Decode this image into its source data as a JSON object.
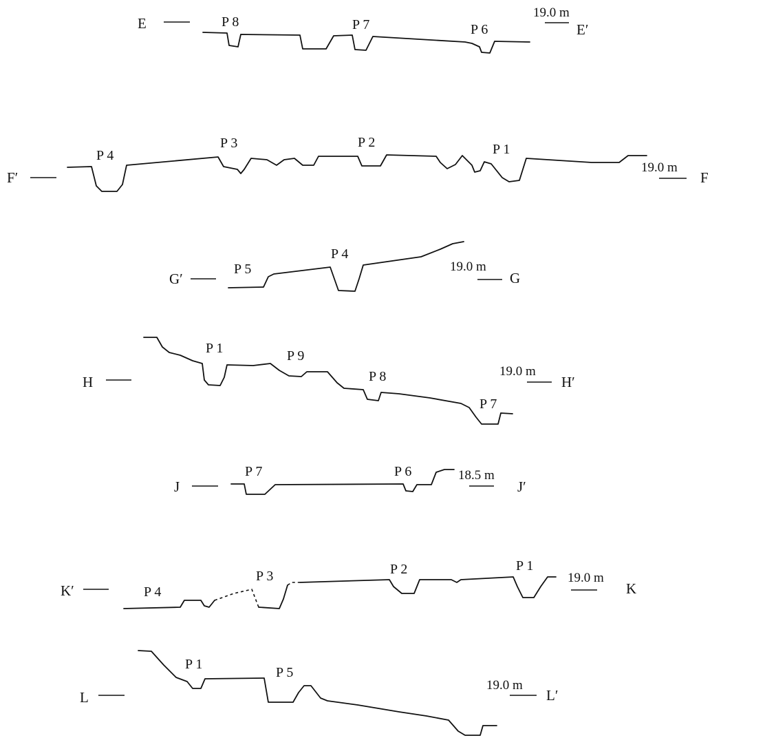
{
  "sections": [
    {
      "id": "E",
      "left": "E",
      "right": "E′",
      "elevation": "19.0 m",
      "pits": [
        "P 8",
        "P 7",
        "P 6"
      ]
    },
    {
      "id": "F",
      "left": "F′",
      "right": "F",
      "elevation": "19.0 m",
      "pits": [
        "P 4",
        "P 3",
        "P 2",
        "P 1"
      ]
    },
    {
      "id": "G",
      "left": "G′",
      "right": "G",
      "elevation": "19.0 m",
      "pits": [
        "P 5",
        "P 4"
      ]
    },
    {
      "id": "H",
      "left": "H",
      "right": "H′",
      "elevation": "19.0 m",
      "pits": [
        "P 1",
        "P 9",
        "P 8",
        "P 7"
      ]
    },
    {
      "id": "J",
      "left": "J",
      "right": "J′",
      "elevation": "18.5 m",
      "pits": [
        "P 7",
        "P 6"
      ]
    },
    {
      "id": "K",
      "left": "K′",
      "right": "K",
      "elevation": "19.0 m",
      "pits": [
        "P 4",
        "P 3",
        "P 2",
        "P 1"
      ]
    },
    {
      "id": "L",
      "left": "L",
      "right": "L′",
      "elevation": "19.0 m",
      "pits": [
        "P 1",
        "P 5"
      ]
    }
  ]
}
